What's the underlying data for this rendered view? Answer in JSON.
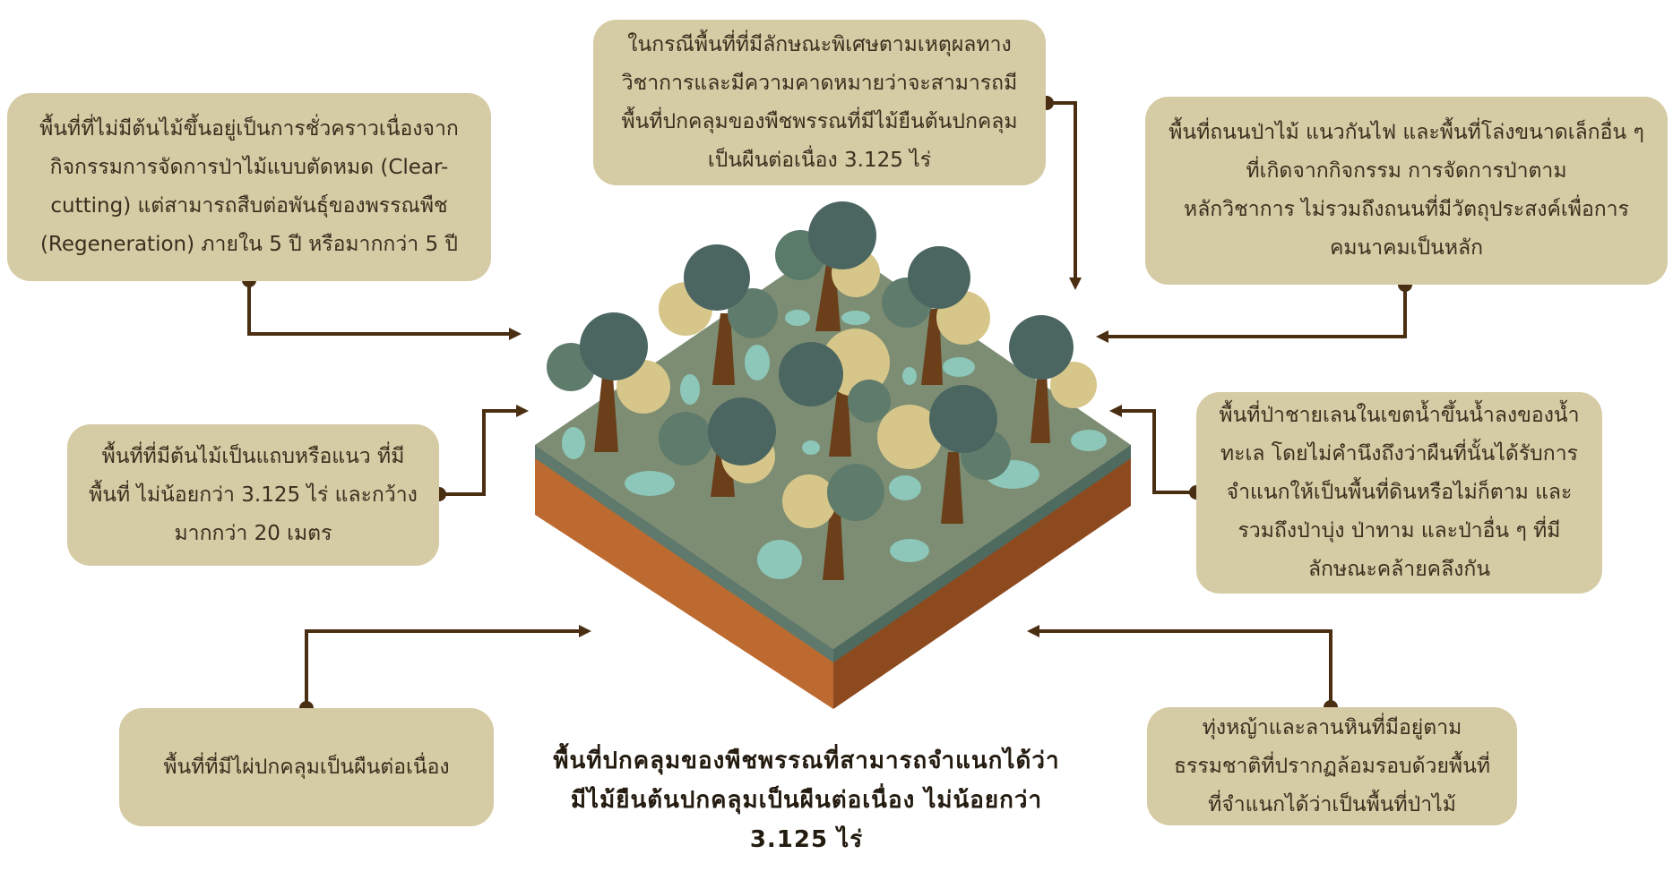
{
  "boxes": {
    "top_center": [
      "ในกรณีพื้นที่ที่มีลักษณะพิเศษตามเหตุผลทาง",
      "วิชาการและมีความคาดหมายว่าจะสามารถมี",
      "พื้นที่ปกคลุมของพืชพรรณที่มีไม้ยืนต้นปกคลุม",
      "เป็นผืนต่อเนื่อง 3.125 ไร่"
    ],
    "top_left": [
      "พื้นที่ที่ไม่มีต้นไม้ขึ้นอยู่เป็นการชั่วคราวเนื่องจาก",
      "กิจกรรมการจัดการป่าไม้แบบตัดหมด (Clear-",
      "cutting) แต่สามารถสืบต่อพันธุ์ของพรรณพืช",
      "(Regeneration) ภายใน 5 ปี หรือมากกว่า 5 ปี"
    ],
    "top_right": [
      "พื้นที่ถนนป่าไม้ แนวกันไฟ และพื้นที่โล่งขนาดเล็กอื่น ๆ",
      "ที่เกิดจากกิจกรรม การจัดการป่าตาม",
      "หลักวิชาการ ไม่รวมถึงถนนที่มีวัตถุประสงค์เพื่อการ",
      "คมนาคมเป็นหลัก"
    ],
    "mid_left": [
      "พื้นที่ที่มีต้นไม้เป็นแถบหรือแนว ที่มี",
      "พื้นที่ ไม่น้อยกว่า 3.125 ไร่ และกว้าง",
      "มากกว่า 20 เมตร"
    ],
    "mid_right": [
      "พื้นที่ป่าชายเลนในเขตน้ำขึ้นน้ำลงของน้ำ",
      "ทะเล โดยไม่คำนึงถึงว่าผืนที่นั้นได้รับการ",
      "จำแนกให้เป็นพื้นที่ดินหรือไม่ก็ตาม และ",
      "รวมถึงป่าบุ่ง ป่าทาม และป่าอื่น ๆ ที่มี",
      "ลักษณะคล้ายคลึงกัน"
    ],
    "bottom_left": [
      "พื้นที่ที่มีไผ่ปกคลุมเป็นผืนต่อเนื่อง"
    ],
    "bottom_right": [
      "ทุ่งหญ้าและลานหินที่มีอยู่ตาม",
      "ธรรมชาติที่ปรากฏล้อมรอบด้วยพื้นที่",
      "ที่จำแนกได้ว่าเป็นพื้นที่ป่าไม้"
    ]
  },
  "caption": [
    "พื้นที่ปกคลุมของพืชพรรณที่สามารถจำแนกได้ว่า",
    "มีไม้ยืนต้นปกคลุมเป็นผืนต่อเนื่อง ไม่น้อยกว่า",
    "3.125 ไร่"
  ],
  "colors": {
    "box": "#d5cba4",
    "connector": "#4a2e12",
    "ground_top": "#7c8f72",
    "soil": "#b4622c",
    "tree_dark": "#4e6a63",
    "tree_light": "#d3c386",
    "water": "#8cc7b9"
  }
}
